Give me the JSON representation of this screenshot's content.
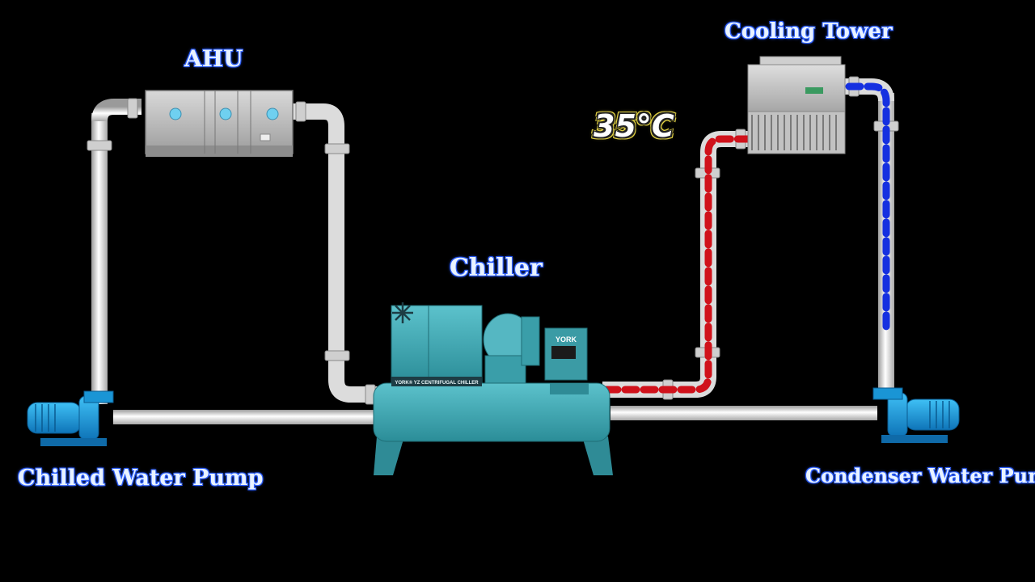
{
  "labels": {
    "ahu": "AHU",
    "cooling_tower": "Cooling Tower",
    "chiller": "Chiller",
    "chilled_water_pump": "Chilled Water Pump",
    "condenser_water_pump": "Condenser Water Pump",
    "temperature": "35°C"
  },
  "chiller_plate": {
    "brand": "YORK",
    "model_text": "YORK® YZ CENTRIFUGAL CHILLER"
  },
  "colors": {
    "background": "#000000",
    "pipe": "#e8e8e8",
    "hot_water": "#d0121b",
    "cold_water": "#1530e0",
    "equipment_teal": "#3ea7b3",
    "pump_blue": "#1aa0e0",
    "label_glow": "#2b5cff"
  }
}
